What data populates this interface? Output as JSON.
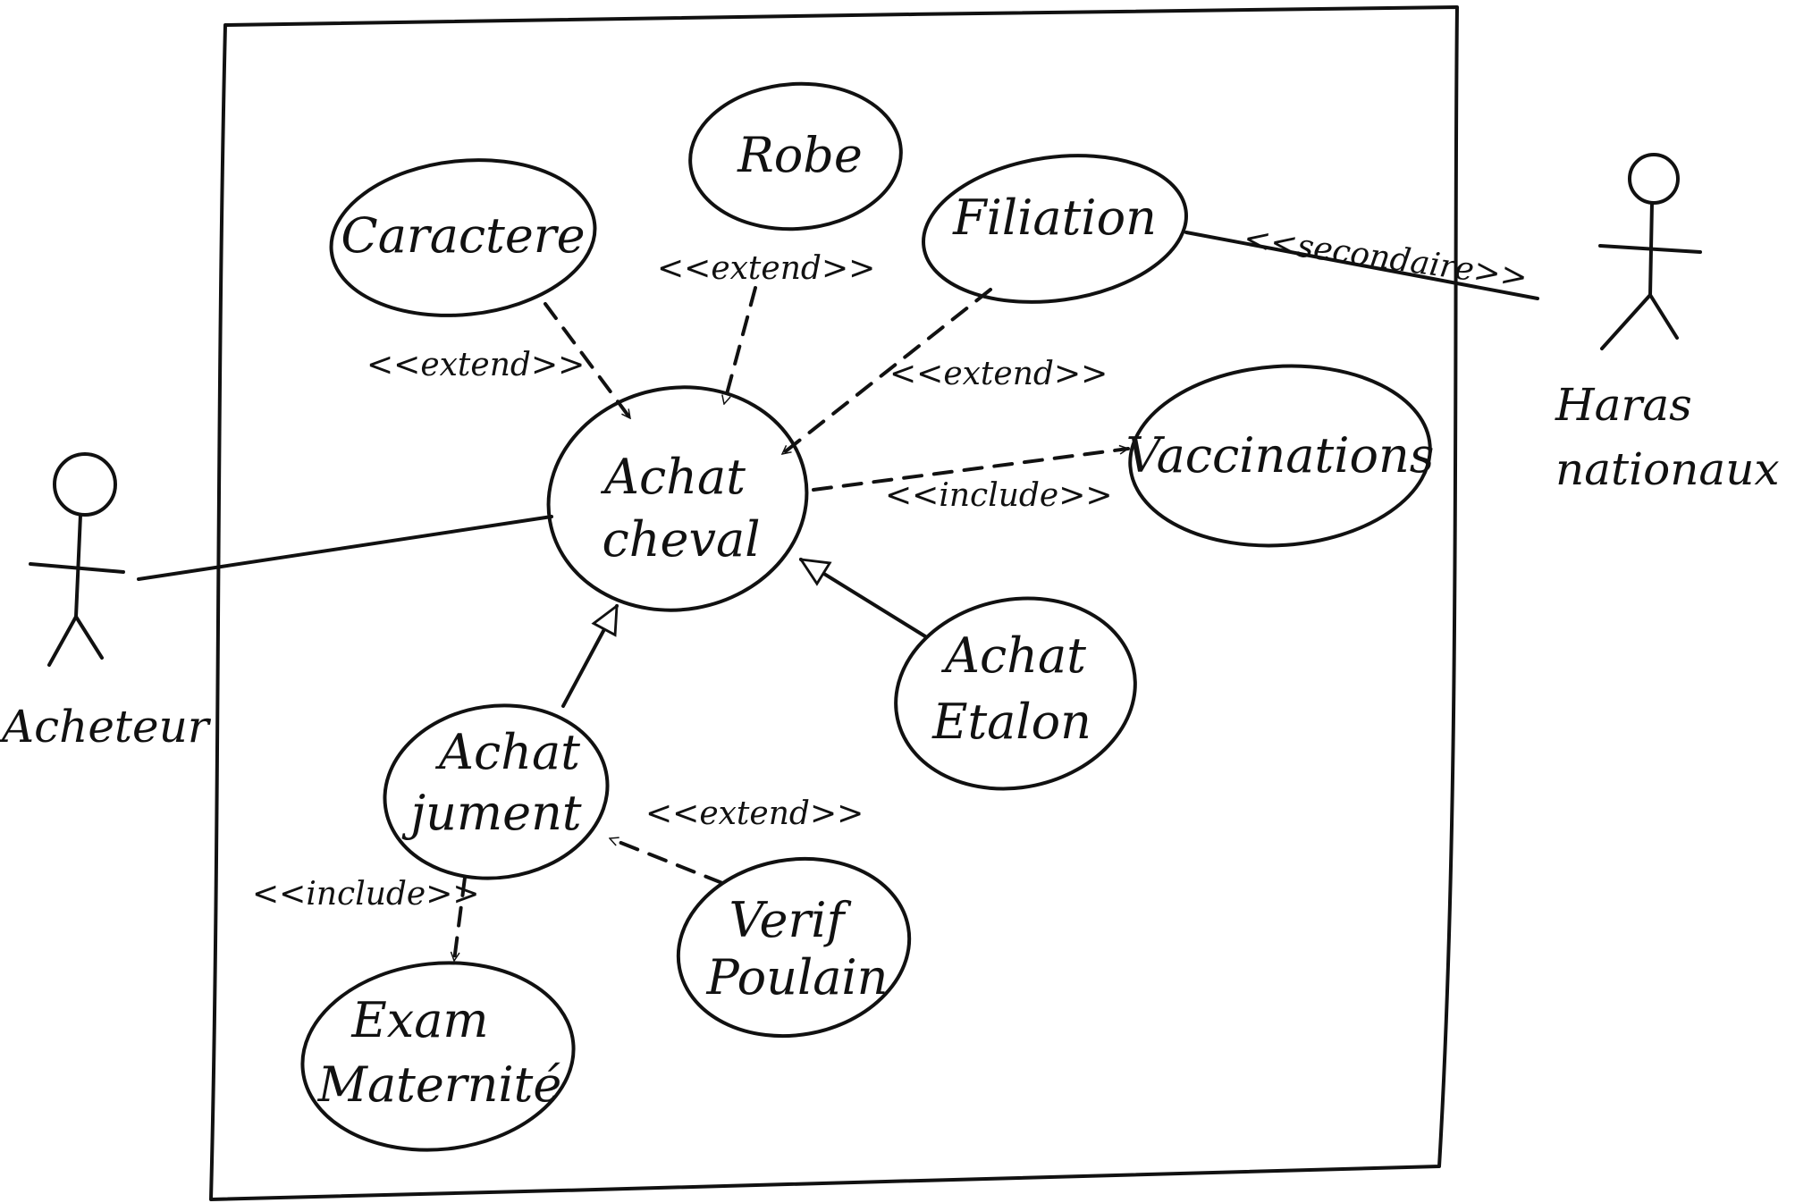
{
  "actors": {
    "acheteur": "Acheteur",
    "haras": [
      "Haras",
      "nationaux"
    ]
  },
  "use_cases": {
    "caractere": [
      "Caractere"
    ],
    "robe": [
      "Robe"
    ],
    "filiation": [
      "Filiation"
    ],
    "achat_cheval": [
      "Achat",
      "cheval"
    ],
    "vaccinations": [
      "Vaccinations"
    ],
    "achat_etalon": [
      "Achat",
      "Etalon"
    ],
    "achat_jument": [
      "Achat",
      "jument"
    ],
    "verif_poulain": [
      "Verif",
      "Poulain"
    ],
    "examen_maternite": [
      "Exam",
      "Maternité"
    ]
  },
  "stereotypes": {
    "extend": "<<extend>>",
    "include": "<<include>>",
    "secondaire": "<<secondaire>>"
  }
}
